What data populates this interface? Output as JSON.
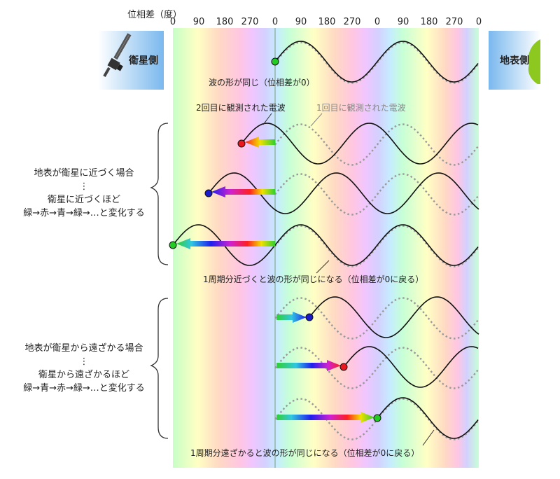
{
  "axis": {
    "label": "位相差（度）",
    "ticks": [
      "0",
      "90",
      "180",
      "270",
      "0",
      "90",
      "180",
      "270",
      "0",
      "90",
      "180",
      "270",
      "0"
    ]
  },
  "satellite_label": "衛星側",
  "ground_label": "地表側",
  "notes": {
    "same_shape": "波の形が同じ（位相差が0）",
    "second_obs": "2回目に観測された電波",
    "first_obs": "1回目に観測された電波",
    "approach_cycle": "1周期分近づくと波の形が同じになる（位相差が0に戻る）",
    "recede_cycle": "1周期分遠ざかると波の形が同じになる（位相差が0に戻る）"
  },
  "approach_group": {
    "title": "地表が衛星に近づく場合",
    "dots": "⋮",
    "desc1": "衛星に近づくほど",
    "desc2": "緑→赤→青→緑→…と変化する"
  },
  "recede_group": {
    "title": "地表が衛星から遠ざかる場合",
    "dots": "⋮",
    "desc1": "衛星から遠ざかるほど",
    "desc2": "緑→青→赤→緑→…と変化する"
  },
  "colors": {
    "marker_green": "#22cc22",
    "marker_red": "#e8181e",
    "marker_blue": "#1a1acc",
    "wave_observed": "#111111",
    "wave_reference": "#999999"
  }
}
